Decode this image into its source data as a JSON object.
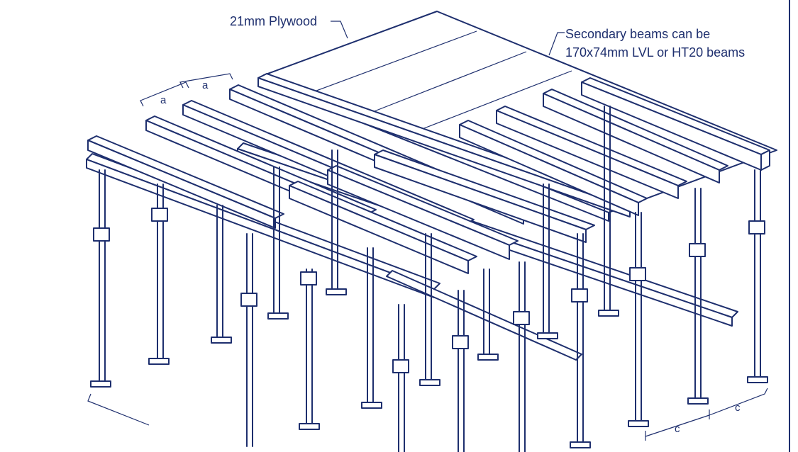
{
  "labels": {
    "plywood": "21mm Plywood",
    "secondary_line1": "Secondary beams can be",
    "secondary_line2": "170x74mm LVL or HT20 beams"
  },
  "dimensions": {
    "a1": "a",
    "a2": "a",
    "c1": "c",
    "c2": "c"
  },
  "colors": {
    "line": "#1e2f6e",
    "background": "#ffffff"
  }
}
